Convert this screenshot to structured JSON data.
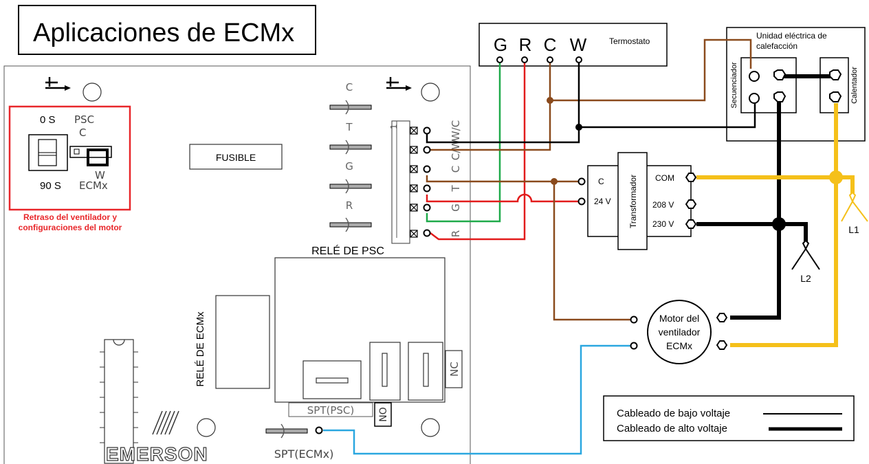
{
  "title": "Aplicaciones de ECMx",
  "board": {
    "fuse": "FUSIBLE",
    "psc_relay": "RELÉ DE PSC",
    "ecmx_relay": "RELÉ DE ECMx",
    "spt_psc": "SPT(PSC)",
    "spt_ecmx": "SPT(ECMx)",
    "no": "NO",
    "nc": "NC",
    "brand": "EMERSON",
    "vertical_terms": [
      "C",
      "T",
      "G",
      "R"
    ],
    "connector_pin1": "1",
    "connector_labels": [
      "W/C",
      "C/W",
      "C",
      "T",
      "G",
      "R"
    ]
  },
  "dip": {
    "t0": "0 S",
    "t90": "90 S",
    "psc": "PSC",
    "c": "C",
    "w": "W",
    "ecmx": "ECMx",
    "caption_line1": "Retraso del ventilador y",
    "caption_line2": "configuraciones del motor"
  },
  "thermostat": {
    "label": "Termostato",
    "terminals": [
      "G",
      "R",
      "C",
      "W"
    ]
  },
  "heater": {
    "title_line1": "Unidad eléctrica de",
    "title_line2": "calefacción",
    "sequencer": "Secuenciador",
    "heater": "Calentador"
  },
  "transformer": {
    "label": "Transformador",
    "c": "C",
    "v24": "24 V",
    "com": "COM",
    "v208": "208 V",
    "v230": "230 V"
  },
  "motor": {
    "line1": "Motor del",
    "line2": "ventilador",
    "line3": "ECMx"
  },
  "lines": {
    "l1": "L1",
    "l2": "L2"
  },
  "legend": {
    "low": "Cableado de bajo voltaje",
    "high": "Cableado de alto voltaje"
  },
  "colors": {
    "red": "#e21b1b",
    "green": "#1faa4a",
    "brown": "#8a4a1c",
    "black": "#000000",
    "yellow": "#f5c01a",
    "blue": "#2aa7e0",
    "accent_red": "#e8262a"
  }
}
